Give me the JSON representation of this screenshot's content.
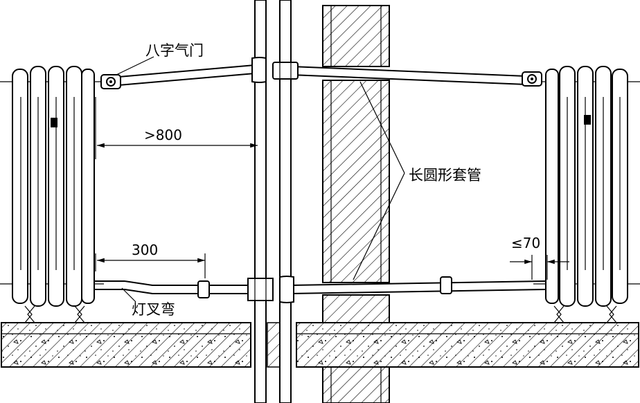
{
  "labels": {
    "air_valve": "八字气门",
    "lamp_fork_bend": "灯叉弯",
    "oval_sleeve": "长圆形套管"
  },
  "dimensions": {
    "distance_min": ">800",
    "length": "300",
    "clearance_max": "≤70"
  },
  "colors": {
    "ink": "#000000",
    "background": "#ffffff"
  }
}
